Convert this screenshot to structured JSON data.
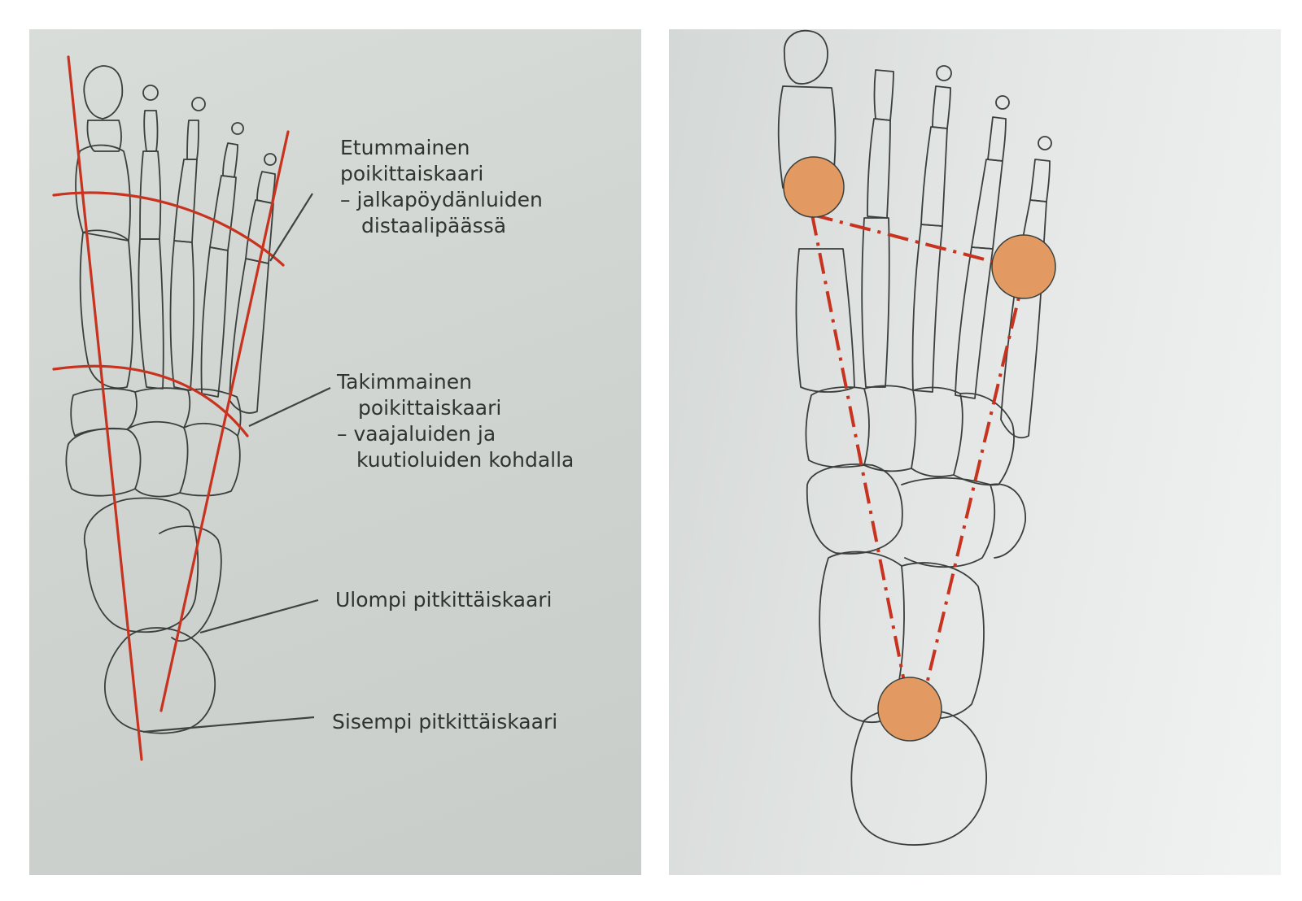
{
  "labels": {
    "front_arch": {
      "line1": "Etummainen",
      "line2": "poikittaiskaari",
      "line3": "– jalkapöydänluiden",
      "line4": "distaalipäässä"
    },
    "rear_arch": {
      "line1": "Takimmainen",
      "line2": "poikittaiskaari",
      "line3": "– vaajaluiden ja",
      "line4": "kuutioluiden kohdalla"
    },
    "outer_arch": "Ulompi pitkittäiskaari",
    "inner_arch": "Sisempi pitkittäiskaari"
  },
  "colors": {
    "arch_line": "#c8331f",
    "contact_point": "#e39a62",
    "paper": "#d3d7d3",
    "bone_outline": "#3a3f3c"
  }
}
